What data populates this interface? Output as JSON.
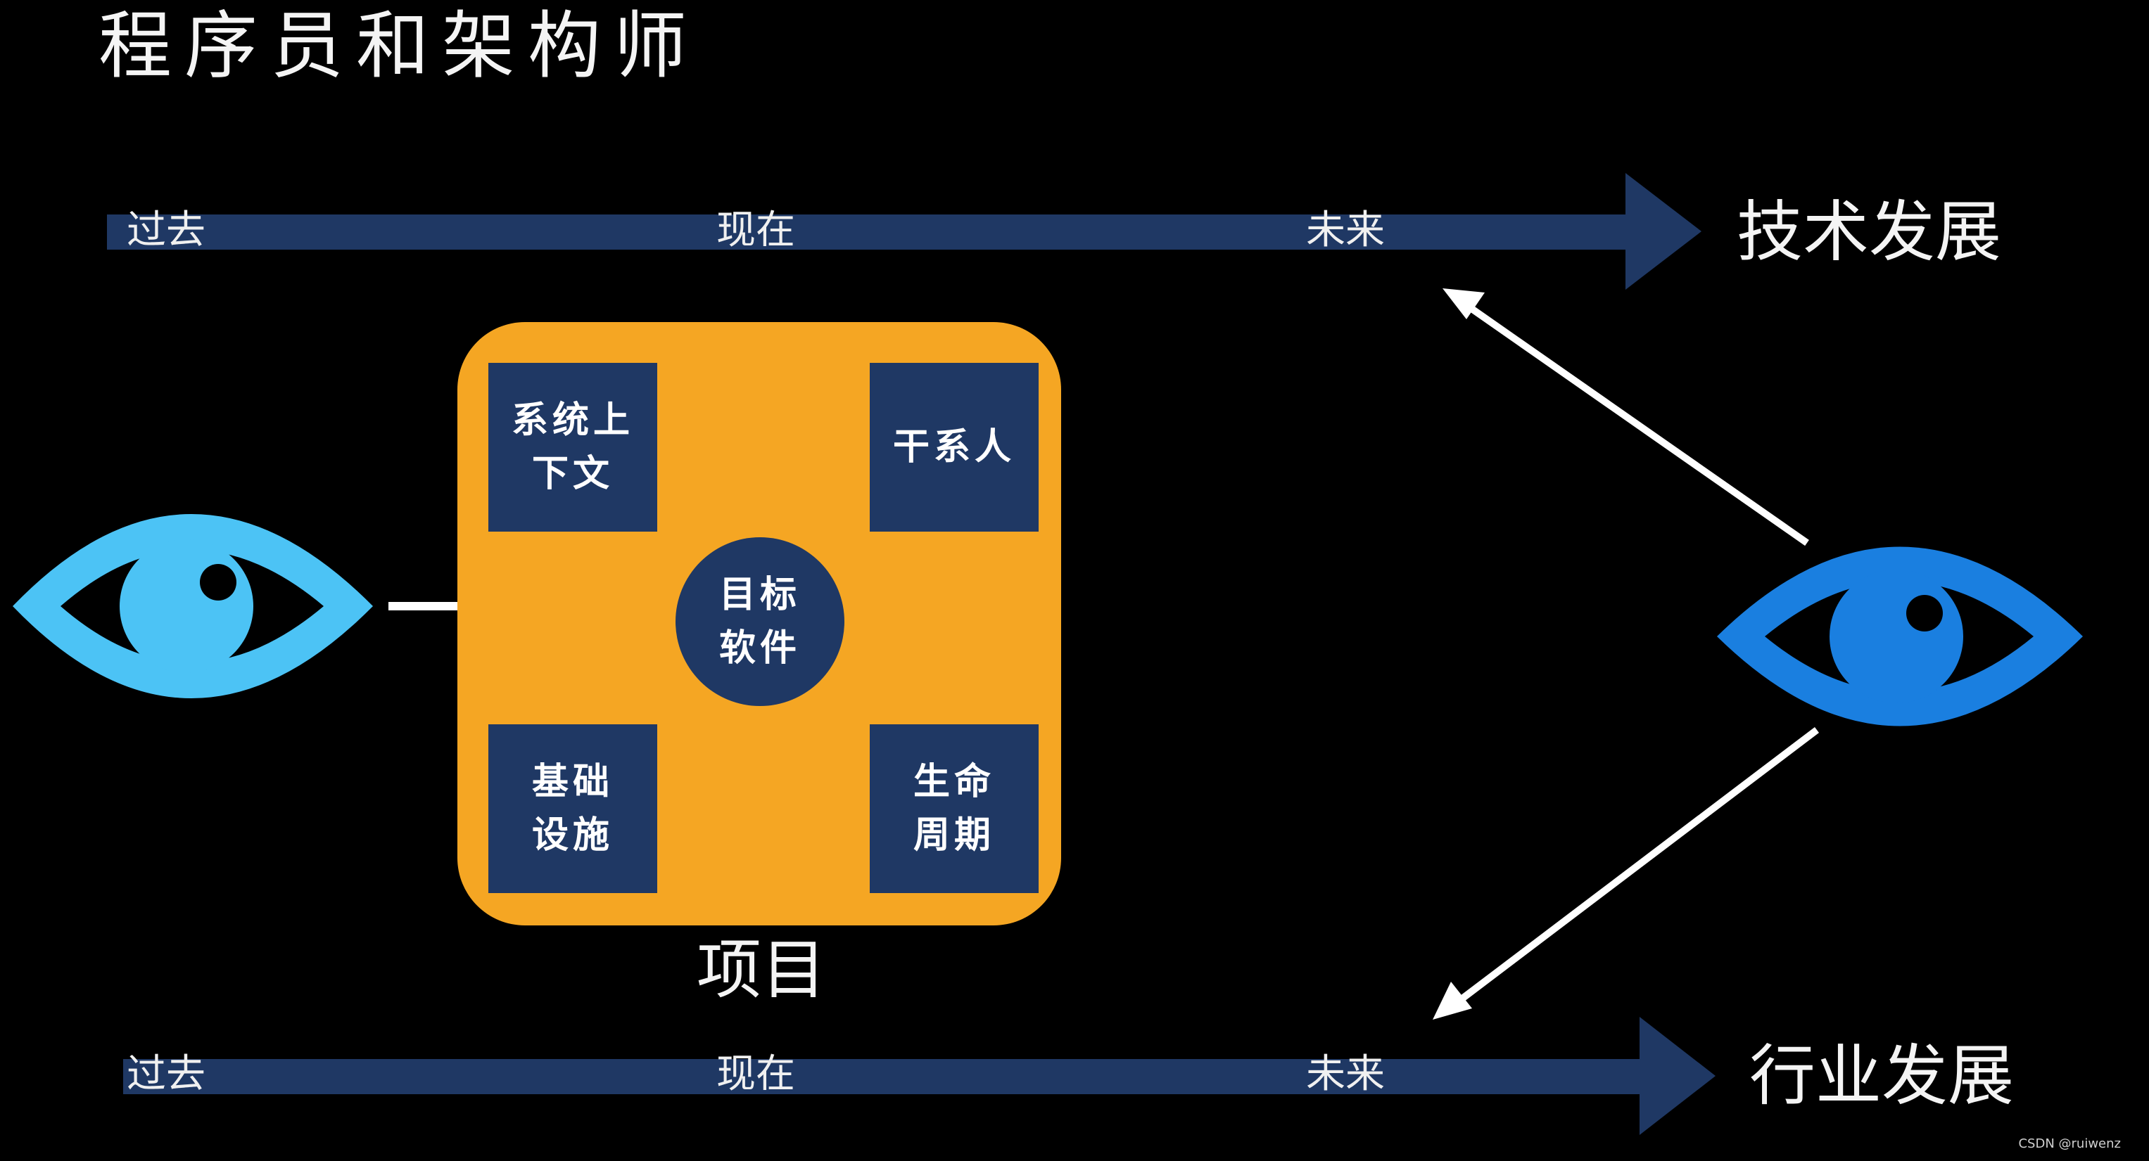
{
  "title": "程序员和架构师",
  "tech_axis": {
    "labels": [
      "过去",
      "现在",
      "未来"
    ],
    "end_label": "技术发展"
  },
  "industry_axis": {
    "labels": [
      "过去",
      "现在",
      "未来"
    ],
    "end_label": "行业发展"
  },
  "project": {
    "label": "项目",
    "center": [
      "目标",
      "软件"
    ],
    "corners": {
      "top_left": [
        "系统上",
        "下文"
      ],
      "top_right": [
        "干系人"
      ],
      "bottom_left": [
        "基础",
        "设施"
      ],
      "bottom_right": [
        "生命",
        "周期"
      ]
    }
  },
  "icons": {
    "left_eye": "eye-icon",
    "right_eye": "eye-icon"
  },
  "colors": {
    "background": "#000000",
    "axis": "#1f3864",
    "project": "#f5a623",
    "box": "#1f3864",
    "left_eye": "#4cc3f5",
    "right_eye": "#1a7fe0",
    "arrow": "#ffffff"
  },
  "watermark": "CSDN @ruiwenz"
}
